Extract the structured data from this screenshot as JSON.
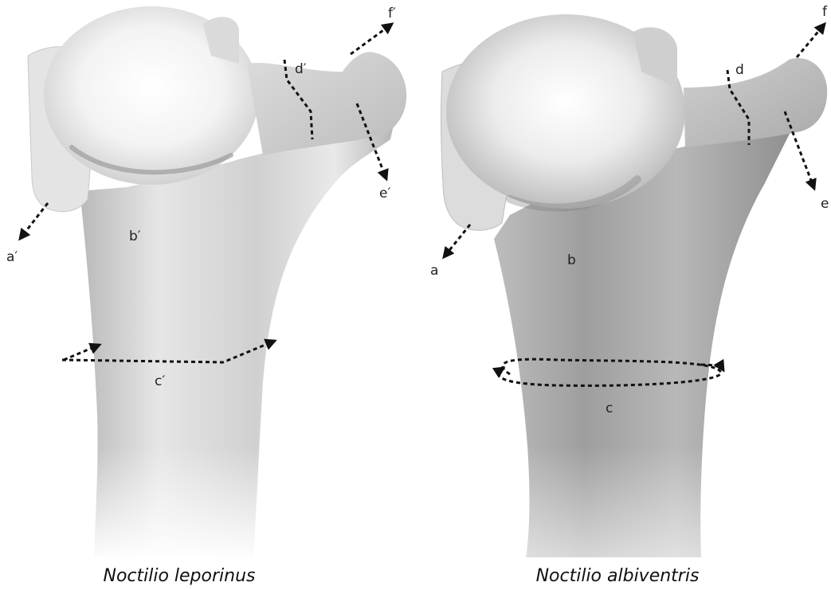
{
  "left_panel": {
    "caption": "Noctilio leporinus",
    "labels": {
      "a": "a′",
      "b": "b′",
      "c": "c′",
      "d": "d′",
      "e": "e′",
      "f": "f′"
    }
  },
  "right_panel": {
    "caption": "Noctilio albiventris",
    "labels": {
      "a": "a",
      "b": "b",
      "c": "c",
      "d": "d",
      "e": "e",
      "f": "f"
    }
  },
  "colors": {
    "bone_light": "#f2f2f2",
    "bone_mid": "#c9c9c9",
    "bone_dark": "#9a9a9a",
    "ink": "#111111"
  }
}
